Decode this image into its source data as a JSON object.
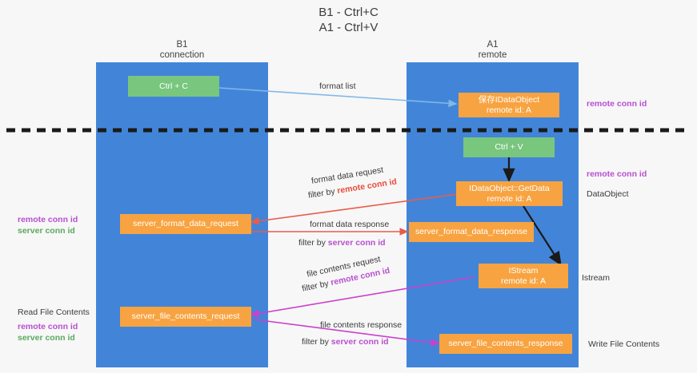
{
  "title": "B1 - Ctrl+C\nA1 - Ctrl+V",
  "columns": [
    {
      "name": "left",
      "heading": "B1\nconnection"
    },
    {
      "name": "right",
      "heading": "A1\nremote"
    }
  ],
  "nodes": {
    "ctrl_c": "Ctrl + C",
    "ctrl_v": "Ctrl + V",
    "save_idataobject": "保存IDataObject\nremote id: A",
    "idataobject_getdata": "IDataObject::GetData\nremote id: A",
    "istream": "IStream\nremote id: A",
    "server_format_data_request": "server_format_data_request",
    "server_format_data_response": "server_format_data_response",
    "server_file_contents_request": "server_file_contents_request",
    "server_file_contents_response": "server_file_contents_response"
  },
  "edge_labels": {
    "format_list": "format list",
    "format_data_request": "format data request",
    "format_data_request_filter_prefix": "filter by ",
    "format_data_request_filter_key": "remote conn id",
    "format_data_response": "format data response",
    "format_data_response_filter_prefix": "filter by ",
    "format_data_response_filter_key": "server conn id",
    "file_contents_request": "file contents request",
    "file_contents_request_filter_prefix": "filter by ",
    "file_contents_request_filter_key": "remote conn id",
    "file_contents_response": "file contents response",
    "file_contents_response_filter_prefix": "filter by ",
    "file_contents_response_filter_key": "server conn id"
  },
  "annotations": {
    "right_remote_conn_id_top": "remote conn id",
    "right_remote_conn_id_mid": "remote conn id",
    "right_dataobject": "DataObject",
    "right_istream": "Istream",
    "right_write_file_contents": "Write File Contents",
    "left_remote_conn_id": "remote conn id",
    "left_server_conn_id": "server conn id",
    "left_read_file_contents": "Read File Contents",
    "left_remote_conn_id_2": "remote conn id",
    "left_server_conn_id_2": "server conn id"
  },
  "colors": {
    "lane": "#4285d8",
    "node_green": "#79c67f",
    "node_orange": "#f8a341",
    "purple": "#b84fd0",
    "green": "#5aa95f",
    "red_arrow": "#ea5b4b",
    "magenta_arrow": "#cc3fcc",
    "blue_arrow": "#7fb8e8",
    "black_arrow": "#1a1a1a",
    "divider": "#1a1a1a",
    "background": "#f7f7f7"
  }
}
